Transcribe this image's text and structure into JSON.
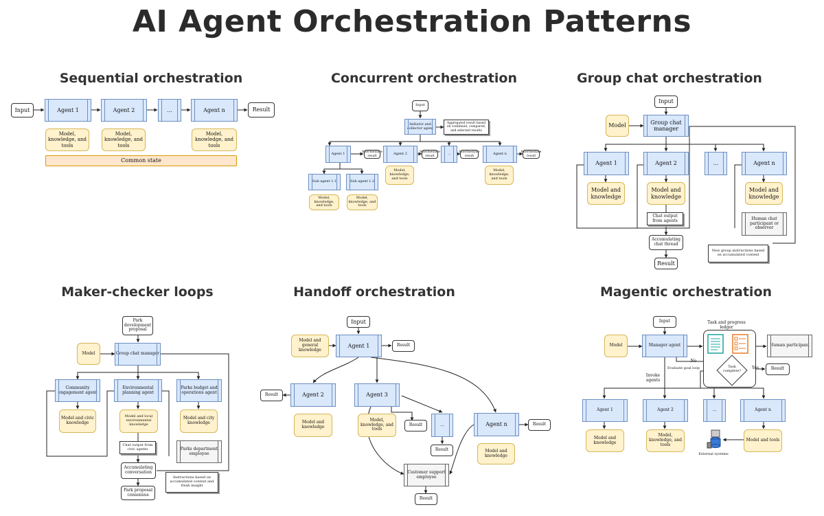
{
  "title": "AI Agent Orchestration Patterns",
  "sections": {
    "sequential": {
      "title": "Sequential orchestration",
      "input": "Input",
      "agent1": "Agent 1",
      "agent2": "Agent 2",
      "ellipsis": "...",
      "agentn": "Agent n",
      "result": "Result",
      "model1": "Model, knowledge, and tools",
      "model2": "Model, knowledge, and tools",
      "modeln": "Model, knowledge, and tools",
      "common": "Common state"
    },
    "concurrent": {
      "title": "Concurrent orchestration",
      "input": "Input",
      "initiator": "Initiator and collector agent",
      "aggregated": "Aggregated result based on combined, compared, and selected results",
      "agent1": "Agent 1",
      "agent2": "Agent 2",
      "ellipsis": "...",
      "agentn": "Agent n",
      "ir1": "Intermediate result",
      "ir2": "Intermediate result",
      "ir3": "Intermediate result",
      "irn": "Intermediate result",
      "sub11": "Sub agent 1.1",
      "sub12": "Sub agent 1.2",
      "model2": "Model, knowledge, and tools",
      "modeln": "Model, knowledge, and tools",
      "model11": "Model, knowledge, and tools",
      "model12": "Model, knowledge, and tools"
    },
    "groupchat": {
      "title": "Group chat orchestration",
      "input": "Input",
      "manager": "Group chat manager",
      "model": "Model",
      "agent1": "Agent 1",
      "agent2": "Agent 2",
      "ellipsis": "...",
      "agentn": "Agent n",
      "mk1": "Model and knowledge",
      "mk2": "Model and knowledge",
      "mkn": "Model and knowledge",
      "chatout": "Chat output from agents",
      "human": "Human chat participant or observer",
      "thread": "Accumulating chat thread",
      "newgroup": "New group instructions based on accumulated context",
      "result": "Result"
    },
    "makerchecker": {
      "title": "Maker-checker loops",
      "proposal": "Park development proposal",
      "manager": "Group chat manager",
      "model": "Model",
      "community": "Community engagement agent",
      "env": "Environmental planning agent",
      "budget": "Parks budget and operations agent",
      "mcivic": "Model and civic knowledge",
      "menv": "Model and local environmental knowledge",
      "mcity": "Model and city knowledge",
      "chatcivic": "Chat output from civic agents",
      "employee": "Parks department employee",
      "accum": "Accumulating conversation",
      "instr": "Instructions based on accumulated context and fresh insight",
      "consensus": "Park proposal consensus"
    },
    "handoff": {
      "title": "Handoff orchestration",
      "input": "Input",
      "mgk": "Model and general knowledge",
      "agent1": "Agent 1",
      "result1": "Result",
      "result2": "Result",
      "agent2": "Agent 2",
      "agent3": "Agent 3",
      "mk2": "Model and knowledge",
      "mkt3": "Model, knowledge, and tools",
      "result3": "Result",
      "ellipsis": "...",
      "result4": "Result",
      "agentn": "Agent n",
      "resultn": "Result",
      "mkn": "Model and knowledge",
      "support": "Customer support employee",
      "result5": "Result"
    },
    "magentic": {
      "title": "Magentic orchestration",
      "input": "Input",
      "model": "Model",
      "manager": "Manager agent",
      "ledger": "Task and progress ledger",
      "human": "Human participant",
      "no": "No",
      "evaluate": "Evaluate goal loop",
      "task": "Task complete?",
      "yes": "Yes",
      "result": "Result",
      "invoke": "Invoke agents",
      "agent1": "Agent 1",
      "agent2": "Agent 2",
      "ellipsis": "...",
      "agentn": "Agent n",
      "mk1": "Model and knowledge",
      "mkt2": "Model, knowledge, and tools",
      "mt": "Model and tools",
      "external": "External systems"
    }
  },
  "colors": {
    "agent_fill": "#dae8fc",
    "agent_border": "#6c8ebf",
    "model_fill": "#fff2cc",
    "model_border": "#d6b656",
    "common_fill": "#ffe6cc"
  },
  "icons": [
    "document-list-icon",
    "checklist-icon",
    "database-icon"
  ]
}
